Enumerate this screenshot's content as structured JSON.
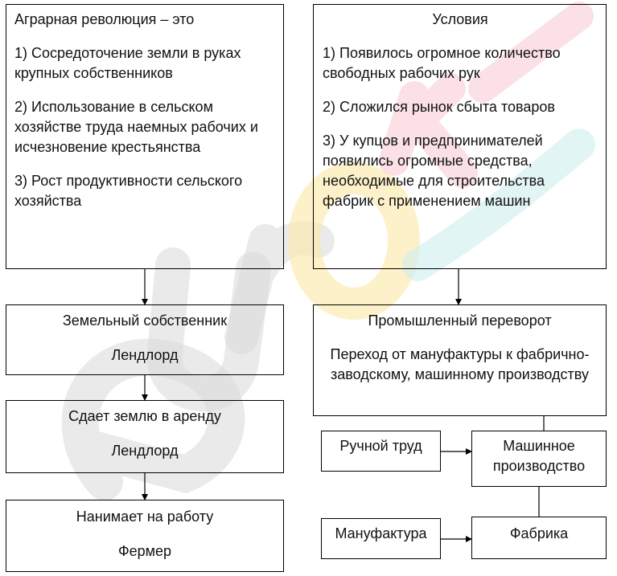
{
  "watermark": {
    "text": "euroki",
    "colors": [
      "#d9d9d9",
      "#f7c9cf",
      "#fbe8a6",
      "#cfeeee"
    ]
  },
  "agrarian_box": {
    "title": "Аграрная революция – это",
    "items": [
      "1) Сосредоточение земли в руках крупных собственников",
      "2) Использование в сельском хозяйстве труда наемных рабочих и исчезновение крестьянства",
      "3) Рост продуктивности сельского хозяйства"
    ]
  },
  "conditions_box": {
    "title": "Условия",
    "items": [
      "1) Появилось огромное количество свободных рабочих рук",
      "2) Сложился рынок сбыта товаров",
      "3) У купцов и предпринимателей появились огромные средства, необходимые для строительства фабрик с применением машин"
    ]
  },
  "landowner_box": {
    "line1": "Земельный собственник",
    "line2": "Лендлорд"
  },
  "rent_box": {
    "line1": "Сдает землю в аренду",
    "line2": "Лендлорд"
  },
  "hire_box": {
    "line1": "Нанимает на работу",
    "line2": "Фермер"
  },
  "industrial_box": {
    "line1": "Промышленный переворот",
    "line2": "Переход от мануфактуры к фабрично-заводскому, машинному производству"
  },
  "manual_box": {
    "label": "Ручной труд"
  },
  "machine_box": {
    "label": "Машинное производство"
  },
  "manufactory_box": {
    "label": "Мануфактура"
  },
  "factory_box": {
    "label": "Фабрика"
  }
}
